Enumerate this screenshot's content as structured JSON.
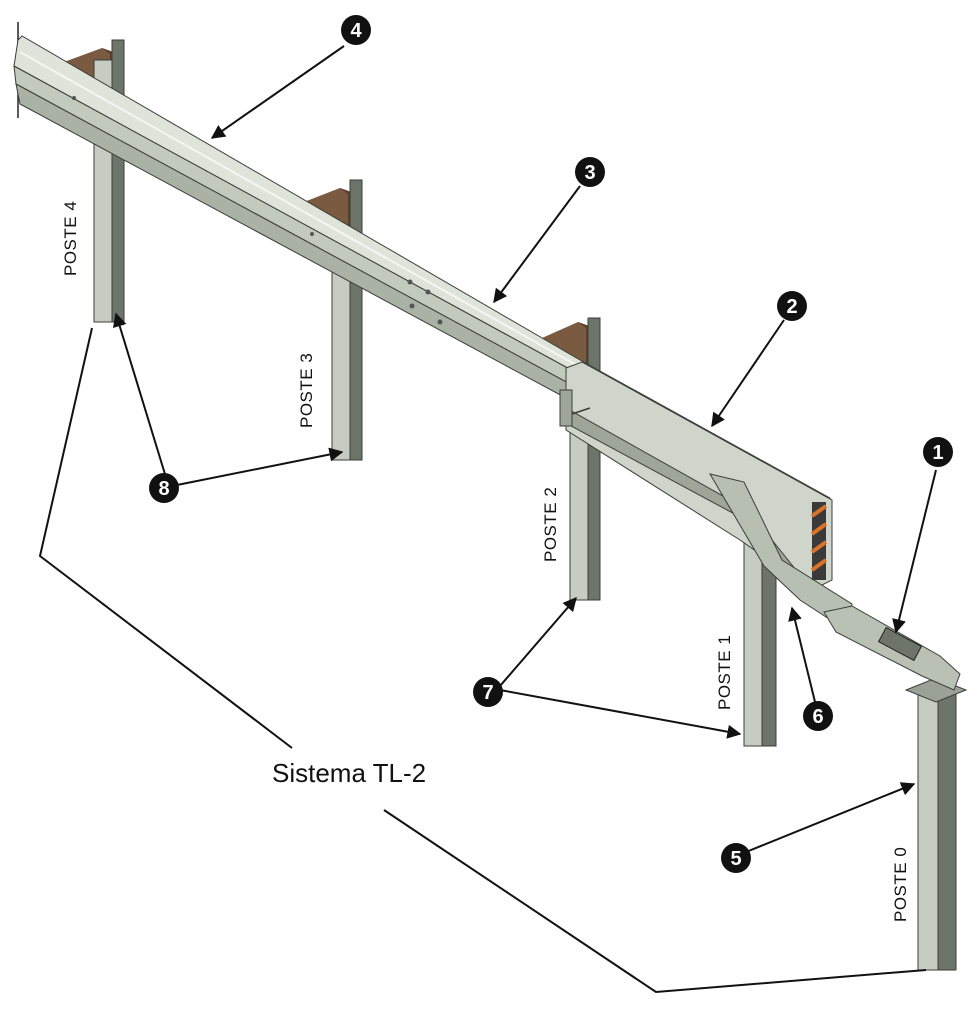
{
  "posts": [
    {
      "id": "post-4",
      "label": "POSTE 4"
    },
    {
      "id": "post-3",
      "label": "POSTE 3"
    },
    {
      "id": "post-2",
      "label": "POSTE 2"
    },
    {
      "id": "post-1",
      "label": "POSTE 1"
    },
    {
      "id": "post-0",
      "label": "POSTE 0"
    }
  ],
  "system_label": "Sistema TL-2",
  "callouts": [
    "1",
    "2",
    "3",
    "4",
    "5",
    "6",
    "7",
    "8"
  ],
  "colors": {
    "rail_light": "#dfe4db",
    "rail_mid": "#c2c9bd",
    "rail_dark": "#8e968a",
    "post_light": "#c6ccc2",
    "post_dark": "#6d7469",
    "block": "#7a5a40",
    "block_dark": "#5a3f2c",
    "reflector_orange": "#d8732a",
    "callout_fill": "#111111",
    "line": "#111111"
  }
}
